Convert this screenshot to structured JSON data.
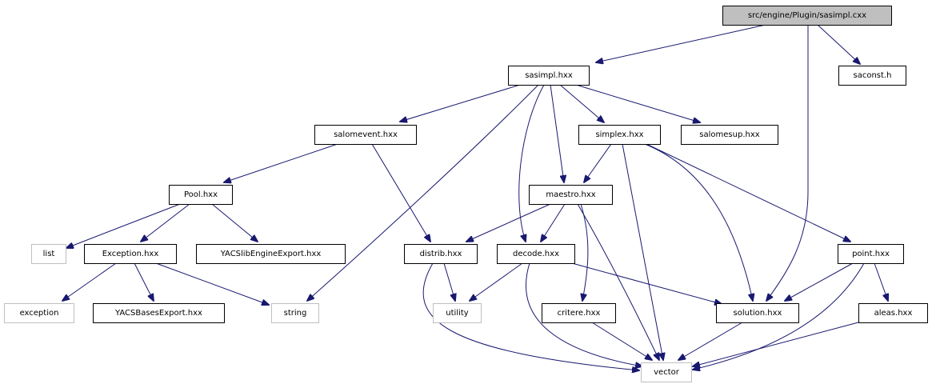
{
  "title": "src/engine/Plugin/sasimpl.cxx",
  "colors": {
    "edge": "#191970",
    "root_fill": "#bfbfbf",
    "node_border": "#000000",
    "external_border": "#bfbfbf",
    "background": "#ffffff"
  },
  "nodes": [
    {
      "id": "root",
      "label": "src/engine/Plugin/sasimpl.cxx",
      "kind": "root"
    },
    {
      "id": "sasimpl_hxx",
      "label": "sasimpl.hxx",
      "kind": "file"
    },
    {
      "id": "saconst_h",
      "label": "saconst.h",
      "kind": "file"
    },
    {
      "id": "salomevent_hxx",
      "label": "salomevent.hxx",
      "kind": "file"
    },
    {
      "id": "simplex_hxx",
      "label": "simplex.hxx",
      "kind": "file"
    },
    {
      "id": "salomesup_hxx",
      "label": "salomesup.hxx",
      "kind": "file"
    },
    {
      "id": "pool_hxx",
      "label": "Pool.hxx",
      "kind": "file"
    },
    {
      "id": "maestro_hxx",
      "label": "maestro.hxx",
      "kind": "file"
    },
    {
      "id": "list",
      "label": "list",
      "kind": "external"
    },
    {
      "id": "exception_hxx",
      "label": "Exception.hxx",
      "kind": "file"
    },
    {
      "id": "yacslibengineexport_hxx",
      "label": "YACSlibEngineExport.hxx",
      "kind": "file"
    },
    {
      "id": "distrib_hxx",
      "label": "distrib.hxx",
      "kind": "file"
    },
    {
      "id": "decode_hxx",
      "label": "decode.hxx",
      "kind": "file"
    },
    {
      "id": "point_hxx",
      "label": "point.hxx",
      "kind": "file"
    },
    {
      "id": "exception",
      "label": "exception",
      "kind": "external"
    },
    {
      "id": "yacsbasesexport_hxx",
      "label": "YACSBasesExport.hxx",
      "kind": "file"
    },
    {
      "id": "string",
      "label": "string",
      "kind": "external"
    },
    {
      "id": "utility",
      "label": "utility",
      "kind": "external"
    },
    {
      "id": "critere_hxx",
      "label": "critere.hxx",
      "kind": "file"
    },
    {
      "id": "solution_hxx",
      "label": "solution.hxx",
      "kind": "file"
    },
    {
      "id": "aleas_hxx",
      "label": "aleas.hxx",
      "kind": "file"
    },
    {
      "id": "vector",
      "label": "vector",
      "kind": "external"
    }
  ],
  "edges": [
    {
      "from": "root",
      "to": "sasimpl_hxx"
    },
    {
      "from": "root",
      "to": "saconst_h"
    },
    {
      "from": "root",
      "to": "solution_hxx"
    },
    {
      "from": "sasimpl_hxx",
      "to": "salomevent_hxx"
    },
    {
      "from": "sasimpl_hxx",
      "to": "simplex_hxx"
    },
    {
      "from": "sasimpl_hxx",
      "to": "salomesup_hxx"
    },
    {
      "from": "sasimpl_hxx",
      "to": "string"
    },
    {
      "from": "sasimpl_hxx",
      "to": "decode_hxx"
    },
    {
      "from": "sasimpl_hxx",
      "to": "maestro_hxx"
    },
    {
      "from": "salomevent_hxx",
      "to": "pool_hxx"
    },
    {
      "from": "salomevent_hxx",
      "to": "distrib_hxx"
    },
    {
      "from": "pool_hxx",
      "to": "list"
    },
    {
      "from": "pool_hxx",
      "to": "exception_hxx"
    },
    {
      "from": "pool_hxx",
      "to": "yacslibengineexport_hxx"
    },
    {
      "from": "exception_hxx",
      "to": "exception"
    },
    {
      "from": "exception_hxx",
      "to": "yacsbasesexport_hxx"
    },
    {
      "from": "exception_hxx",
      "to": "string"
    },
    {
      "from": "simplex_hxx",
      "to": "maestro_hxx"
    },
    {
      "from": "simplex_hxx",
      "to": "vector"
    },
    {
      "from": "simplex_hxx",
      "to": "solution_hxx"
    },
    {
      "from": "simplex_hxx",
      "to": "point_hxx"
    },
    {
      "from": "maestro_hxx",
      "to": "distrib_hxx"
    },
    {
      "from": "maestro_hxx",
      "to": "decode_hxx"
    },
    {
      "from": "maestro_hxx",
      "to": "critere_hxx"
    },
    {
      "from": "maestro_hxx",
      "to": "vector"
    },
    {
      "from": "distrib_hxx",
      "to": "utility"
    },
    {
      "from": "distrib_hxx",
      "to": "vector"
    },
    {
      "from": "decode_hxx",
      "to": "utility"
    },
    {
      "from": "decode_hxx",
      "to": "solution_hxx"
    },
    {
      "from": "decode_hxx",
      "to": "vector"
    },
    {
      "from": "critere_hxx",
      "to": "vector"
    },
    {
      "from": "point_hxx",
      "to": "solution_hxx"
    },
    {
      "from": "point_hxx",
      "to": "aleas_hxx"
    },
    {
      "from": "point_hxx",
      "to": "vector"
    },
    {
      "from": "solution_hxx",
      "to": "vector"
    },
    {
      "from": "aleas_hxx",
      "to": "vector"
    }
  ]
}
